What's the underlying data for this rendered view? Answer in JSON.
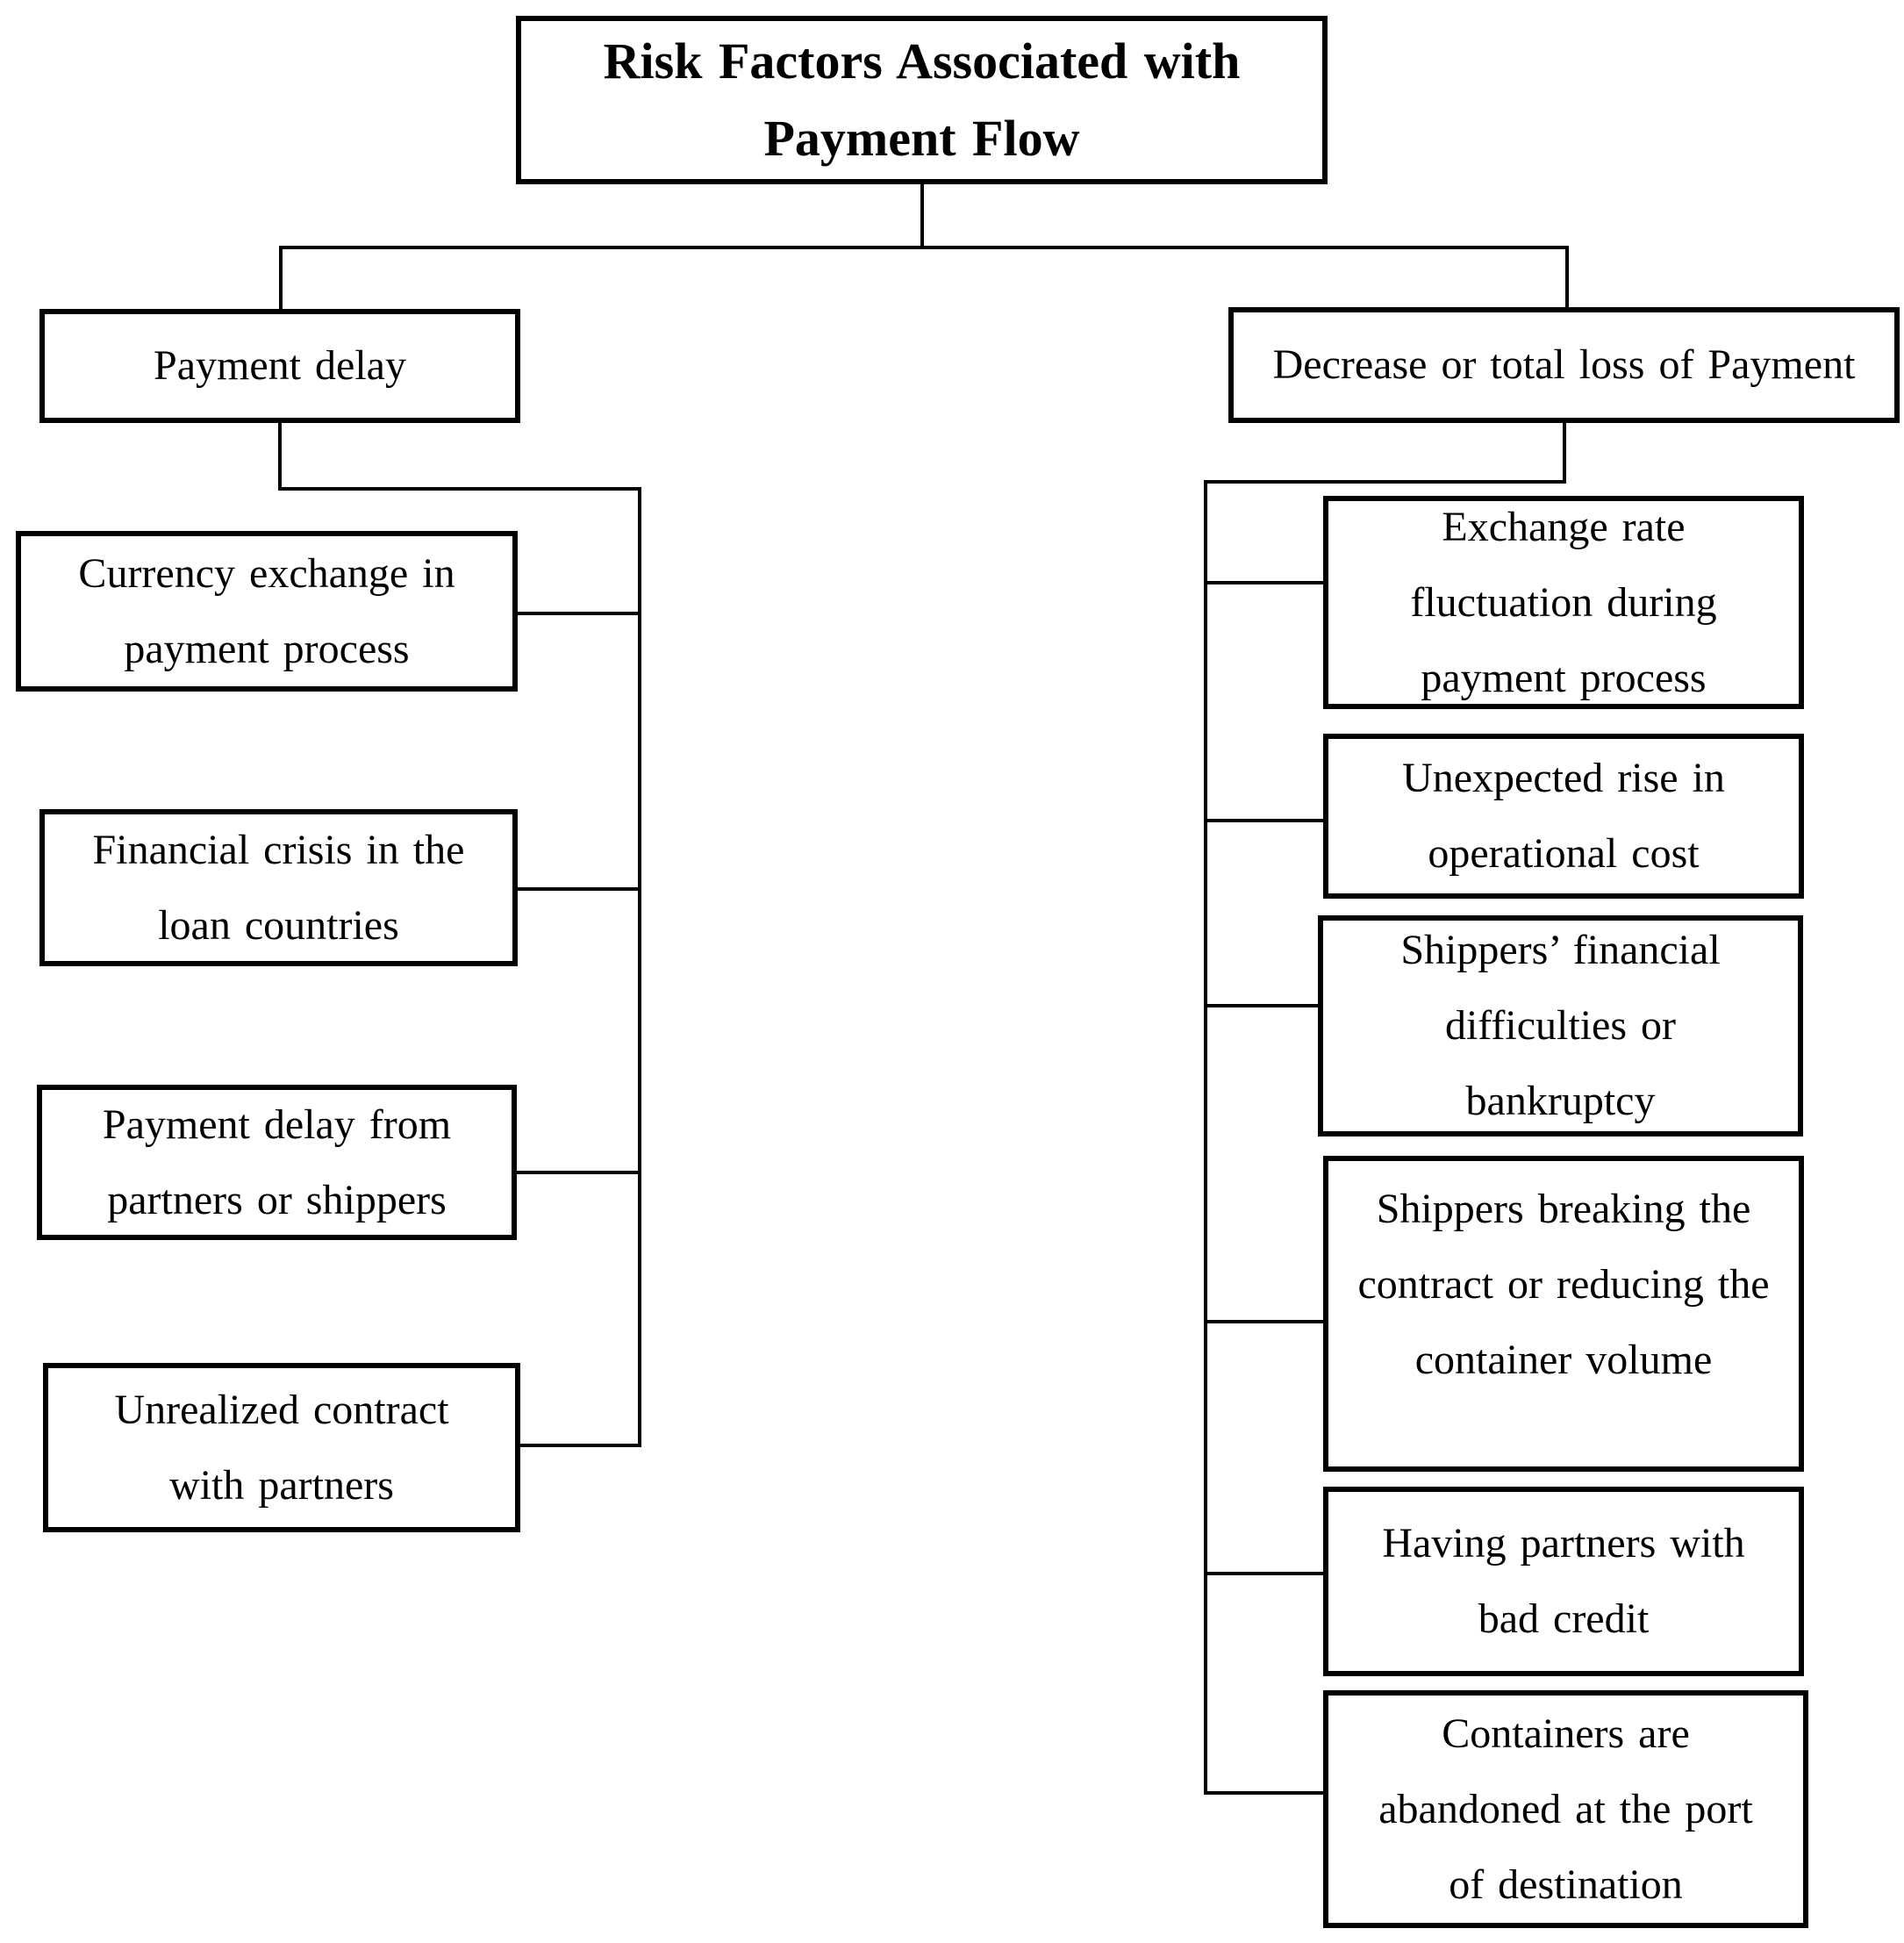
{
  "title": {
    "label": "Risk Factors Associated with Payment Flow",
    "lines": [
      "Risk Factors Associated with",
      "Payment Flow"
    ]
  },
  "branches": [
    {
      "label": "Payment delay",
      "children": [
        {
          "label": "Currency exchange in payment process",
          "lines": [
            "Currency exchange in",
            "payment process"
          ]
        },
        {
          "label": "Financial crisis in the loan countries",
          "lines": [
            "Financial crisis in the",
            "loan countries"
          ]
        },
        {
          "label": "Payment delay from partners or shippers",
          "lines": [
            "Payment delay from",
            "partners or shippers"
          ]
        },
        {
          "label": "Unrealized contract with partners",
          "lines": [
            "Unrealized contract",
            "with partners"
          ]
        }
      ]
    },
    {
      "label": "Decrease or total loss of Payment",
      "children": [
        {
          "label": "Exchange rate fluctuation during payment process",
          "lines": [
            "Exchange rate",
            "fluctuation during",
            "payment process"
          ]
        },
        {
          "label": "Unexpected rise in operational cost",
          "lines": [
            "Unexpected rise in",
            "operational cost"
          ]
        },
        {
          "label": "Shippers’ financial difficulties or bankruptcy",
          "lines": [
            "Shippers’ financial",
            "difficulties or",
            "bankruptcy"
          ]
        },
        {
          "label": "Shippers breaking the contract or reducing the container volume",
          "lines": [
            "Shippers breaking the",
            "contract or reducing the",
            "container volume"
          ]
        },
        {
          "label": "Having partners with bad credit",
          "lines": [
            "Having partners with",
            "bad credit"
          ]
        },
        {
          "label": "Containers are abandoned at the port of destination",
          "lines": [
            "Containers are",
            "abandoned at the port",
            "of destination"
          ]
        }
      ]
    }
  ],
  "colors": {
    "background": "#ffffff",
    "box_border": "#000000",
    "connector": "#000000",
    "text": "#000000"
  }
}
